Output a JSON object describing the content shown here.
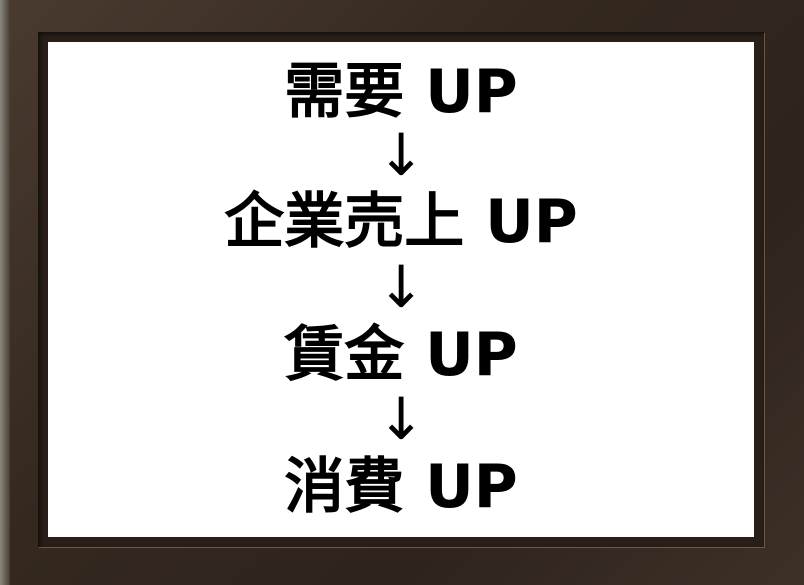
{
  "flow": {
    "steps": [
      "需要 UP",
      "企業売上 UP",
      "賃金 UP",
      "消費 UP"
    ],
    "arrow": "↓"
  },
  "colors": {
    "frame": "#34281f",
    "background": "#ffffff",
    "text": "#000000"
  }
}
